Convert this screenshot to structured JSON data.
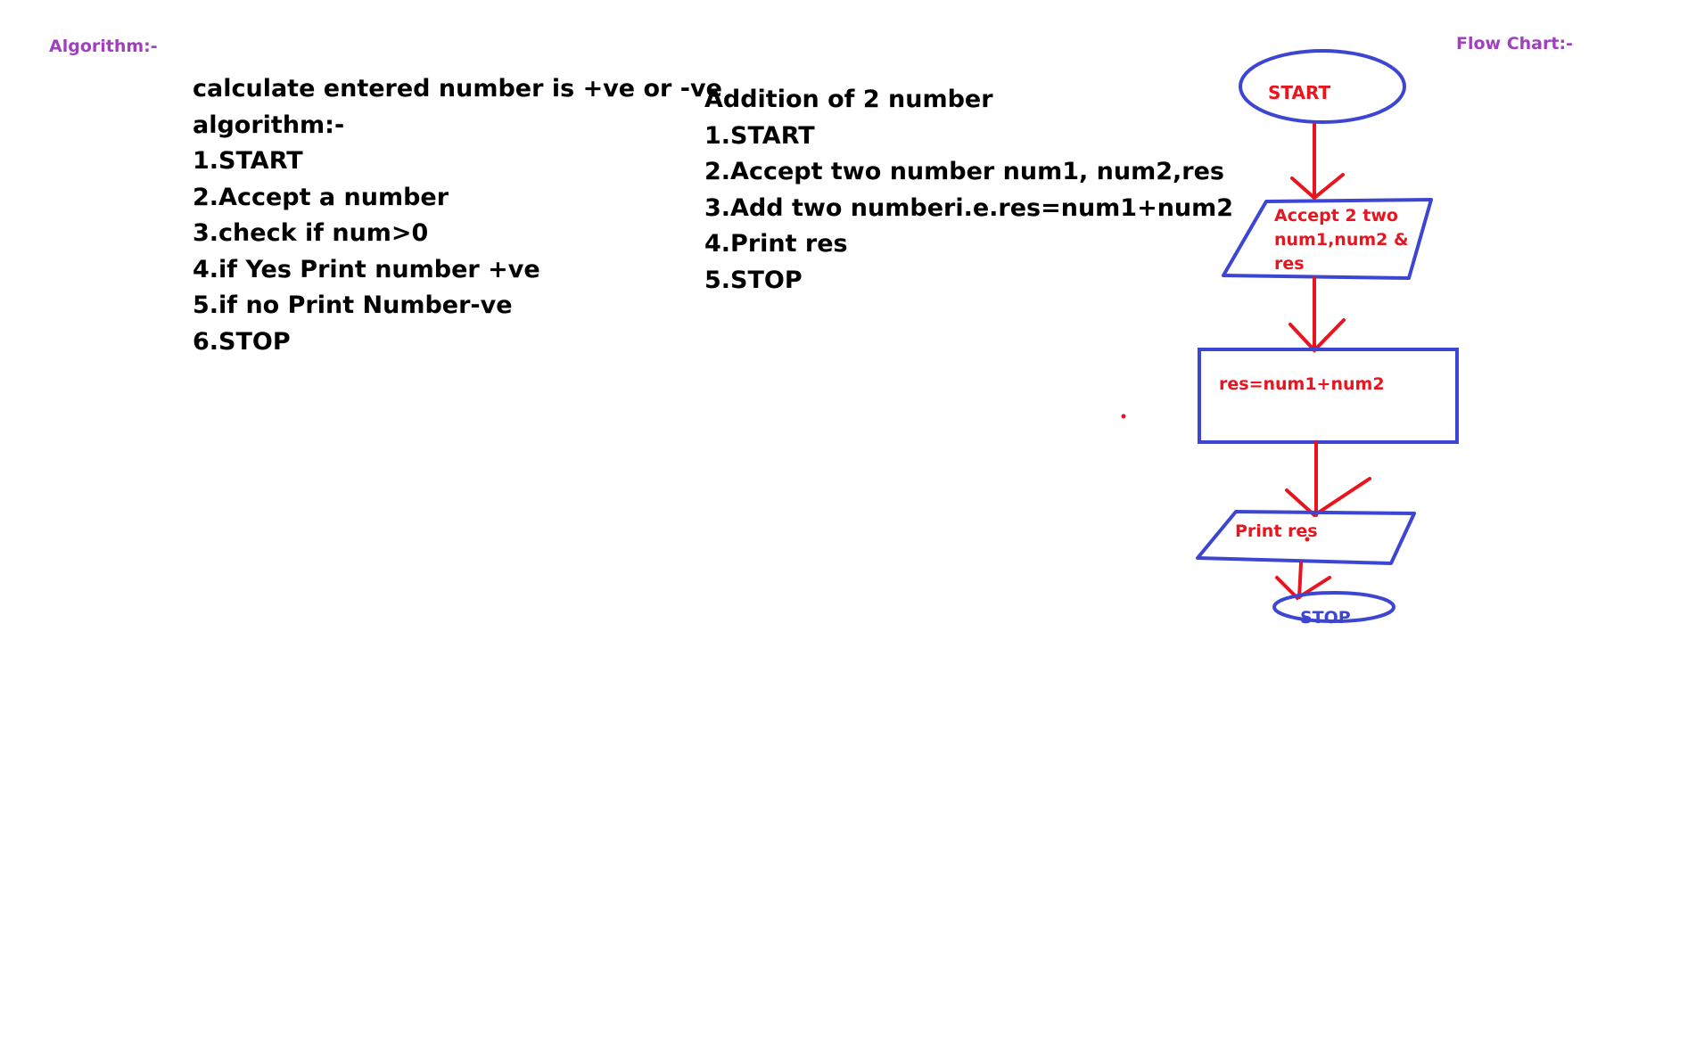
{
  "headings": {
    "algorithm": "Algorithm:-",
    "flow_chart": "Flow Chart:-"
  },
  "algorithm_sign": {
    "lines": [
      "calculate entered number is +ve or -ve",
      "algorithm:-",
      "1.START",
      "2.Accept a number",
      "3.check if num>0",
      "4.if Yes Print number +ve",
      "5.if no Print Number-ve",
      "6.STOP"
    ]
  },
  "algorithm_addition": {
    "lines": [
      "Addition of 2 number",
      "1.START",
      "2.Accept two number num1, num2,res",
      "3.Add two numberi.e.res=num1+num2",
      "4.Print res",
      "5.STOP"
    ]
  },
  "flowchart": {
    "start": "START",
    "input_lines": [
      "Accept 2 two",
      "num1,num2 &",
      "res"
    ],
    "process": "res=num1+num2",
    "output": "Print res",
    "stop": "STOP"
  },
  "colors": {
    "shape_stroke": "#3c46d2",
    "arrow": "#e8141e",
    "shape_text": "#e8141e",
    "heading": "#a040c0",
    "body_text": "#000000"
  }
}
